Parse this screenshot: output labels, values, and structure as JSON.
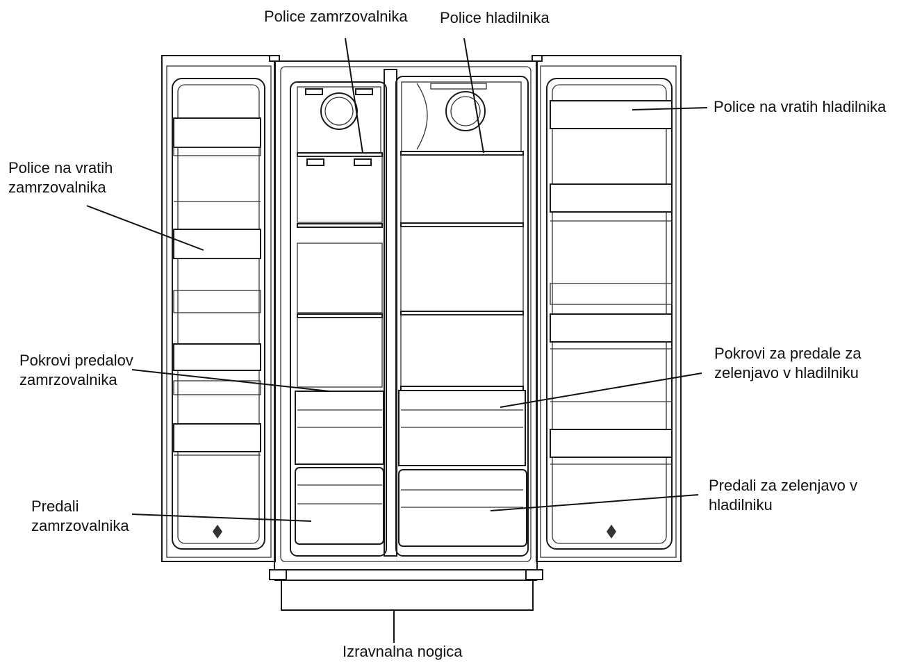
{
  "labels": {
    "freezer_shelves": "Police zamrzovalnika",
    "fridge_shelves": "Police hladilnika",
    "fridge_door_shelves": "Police na vratih hladilnika",
    "freezer_door_shelves_line1": "Police na vratih",
    "freezer_door_shelves_line2": "zamrzovalnika",
    "freezer_drawer_covers_line1": "Pokrovi predalov",
    "freezer_drawer_covers_line2": "zamrzovalnika",
    "fridge_crisper_covers_line1": "Pokrovi za predale za",
    "fridge_crisper_covers_line2": "zelenjavo v hladilniku",
    "freezer_drawers_line1": "Predali",
    "freezer_drawers_line2": "zamrzovalnika",
    "fridge_crispers_line1": "Predali za zelenjavo v",
    "fridge_crispers_line2": "hladilniku",
    "leveling_feet": "Izravnalna nogica"
  }
}
